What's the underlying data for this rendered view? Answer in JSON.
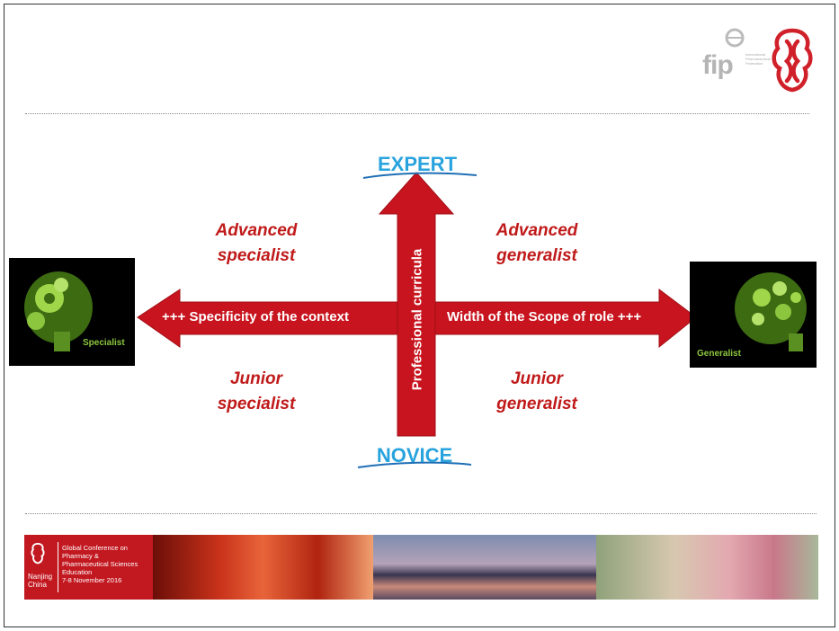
{
  "header": {
    "fip_logo_text": "fip",
    "fip_org_lines": [
      "International",
      "Pharmaceutical",
      "Federation"
    ]
  },
  "diagram": {
    "top_label": "EXPERT",
    "bottom_label": "NOVICE",
    "vertical_arrow_label": "Professional curricula",
    "left_arrow_label": "+++ Specificity of the context",
    "right_arrow_label": "Width of the Scope of role +++",
    "quadrants": {
      "top_left": [
        "Advanced",
        "specialist"
      ],
      "top_right": [
        "Advanced",
        "generalist"
      ],
      "bottom_left": [
        "Junior",
        "specialist"
      ],
      "bottom_right": [
        "Junior",
        "generalist"
      ]
    },
    "left_image_label": "Specialist",
    "right_image_label": "Generalist",
    "colors": {
      "arrow": "#c8141e",
      "axis_title": "#29a3dd",
      "quadrant_text": "#c01a1a",
      "thumb_label": "#8cc63f"
    }
  },
  "footer_banner": {
    "conference_lines": [
      "Global Conference on",
      "Pharmacy &",
      "Pharmaceutical Sciences",
      "Education",
      "7-8 November 2016"
    ],
    "city": "Nanjing",
    "country": "China"
  }
}
